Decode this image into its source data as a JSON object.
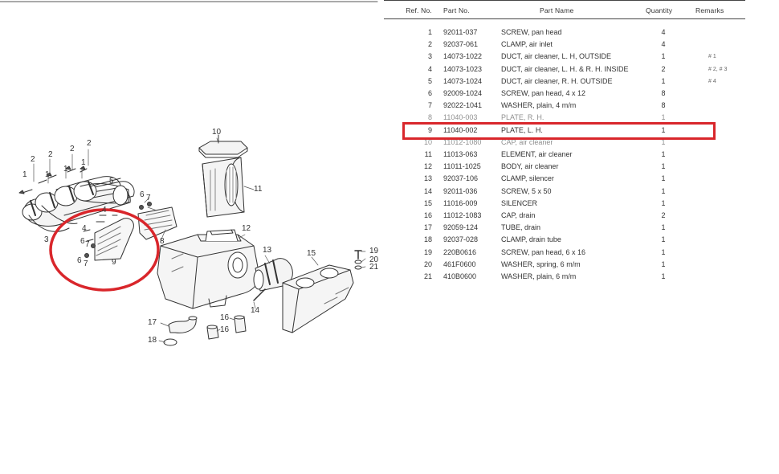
{
  "callouts": [
    "1",
    "2",
    "3",
    "4",
    "5",
    "6",
    "7",
    "8",
    "9",
    "10",
    "11",
    "12",
    "13",
    "14",
    "15",
    "16",
    "17",
    "18",
    "19",
    "20",
    "21"
  ],
  "highlight_color": "#d9262b",
  "table": {
    "headers": {
      "ref_no": "Ref. No.",
      "part_no": "Part No.",
      "part_name": "Part Name",
      "quantity": "Quantity",
      "remarks": "Remarks"
    },
    "rows": [
      {
        "ref": "1",
        "part": "92011-037",
        "name": "SCREW, pan head",
        "qty": "4",
        "remark": ""
      },
      {
        "ref": "2",
        "part": "92037-061",
        "name": "CLAMP, air inlet",
        "qty": "4",
        "remark": ""
      },
      {
        "ref": "3",
        "part": "14073-1022",
        "name": "DUCT, air cleaner, L. H, OUTSIDE",
        "qty": "1",
        "remark": "# 1"
      },
      {
        "ref": "4",
        "part": "14073-1023",
        "name": "DUCT, air cleaner, L. H. & R. H. INSIDE",
        "qty": "2",
        "remark": "# 2, # 3"
      },
      {
        "ref": "5",
        "part": "14073-1024",
        "name": "DUCT, air cleaner, R. H. OUTSIDE",
        "qty": "1",
        "remark": "# 4"
      },
      {
        "ref": "6",
        "part": "92009-1024",
        "name": "SCREW, pan head, 4 x 12",
        "qty": "8",
        "remark": ""
      },
      {
        "ref": "7",
        "part": "92022-1041",
        "name": "WASHER, plain, 4 m/m",
        "qty": "8",
        "remark": ""
      },
      {
        "ref": "8",
        "part": "11040-003",
        "name": "PLATE, R. H.",
        "qty": "1",
        "remark": ""
      },
      {
        "ref": "9",
        "part": "11040-002",
        "name": "PLATE, L. H.",
        "qty": "1",
        "remark": ""
      },
      {
        "ref": "10",
        "part": "11012-1080",
        "name": "CAP, air cleaner",
        "qty": "1",
        "remark": ""
      },
      {
        "ref": "11",
        "part": "11013-063",
        "name": "ELEMENT, air cleaner",
        "qty": "1",
        "remark": ""
      },
      {
        "ref": "12",
        "part": "11011-1025",
        "name": "BODY, air cleaner",
        "qty": "1",
        "remark": ""
      },
      {
        "ref": "13",
        "part": "92037-106",
        "name": "CLAMP, silencer",
        "qty": "1",
        "remark": ""
      },
      {
        "ref": "14",
        "part": "92011-036",
        "name": "SCREW, 5 x 50",
        "qty": "1",
        "remark": ""
      },
      {
        "ref": "15",
        "part": "11016-009",
        "name": "SILENCER",
        "qty": "1",
        "remark": ""
      },
      {
        "ref": "16",
        "part": "11012-1083",
        "name": "CAP, drain",
        "qty": "2",
        "remark": ""
      },
      {
        "ref": "17",
        "part": "92059-124",
        "name": "TUBE, drain",
        "qty": "1",
        "remark": ""
      },
      {
        "ref": "18",
        "part": "92037-028",
        "name": "CLAMP, drain tube",
        "qty": "1",
        "remark": ""
      },
      {
        "ref": "19",
        "part": "220B0616",
        "name": "SCREW, pan head, 6 x 16",
        "qty": "1",
        "remark": ""
      },
      {
        "ref": "20",
        "part": "461F0600",
        "name": "WASHER, spring, 6 m/m",
        "qty": "1",
        "remark": ""
      },
      {
        "ref": "21",
        "part": "410B0600",
        "name": "WASHER, plain, 6 m/m",
        "qty": "1",
        "remark": ""
      }
    ]
  }
}
